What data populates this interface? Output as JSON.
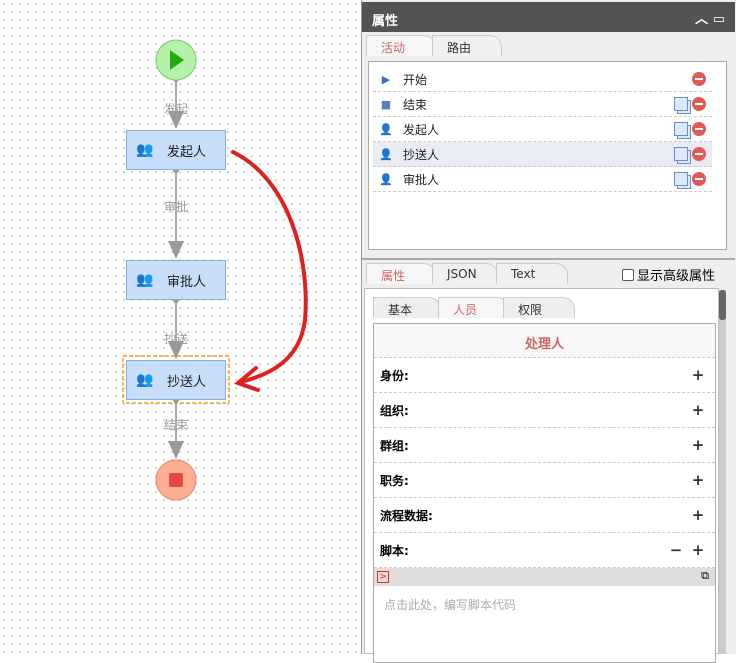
{
  "flow": {
    "nodes": [
      "发起人",
      "审批人",
      "抄送人"
    ],
    "edges": [
      "发起",
      "审批",
      "抄送",
      "结束"
    ]
  },
  "panel": {
    "title": "属性",
    "tabs": [
      "活动",
      "路由"
    ],
    "items": [
      {
        "label": "开始",
        "icon": "play-icon"
      },
      {
        "label": "结束",
        "icon": "square-icon"
      },
      {
        "label": "发起人",
        "icon": "user-icon"
      },
      {
        "label": "抄送人",
        "icon": "user-icon"
      },
      {
        "label": "审批人",
        "icon": "user-icon"
      }
    ],
    "lower_tabs": [
      "属性",
      "JSON",
      "Text"
    ],
    "advanced_label": "显示高级属性",
    "sub_tabs": [
      "基本",
      "人员",
      "权限"
    ],
    "form_title": "处理人",
    "rows": [
      "身份:",
      "组织:",
      "群组:",
      "职务:",
      "流程数据:",
      "脚本:"
    ],
    "script_placeholder": "点击此处，编写脚本代码"
  },
  "colors": {
    "accent": "#cc6666",
    "header": "#535353",
    "arrow": "#e02020"
  }
}
